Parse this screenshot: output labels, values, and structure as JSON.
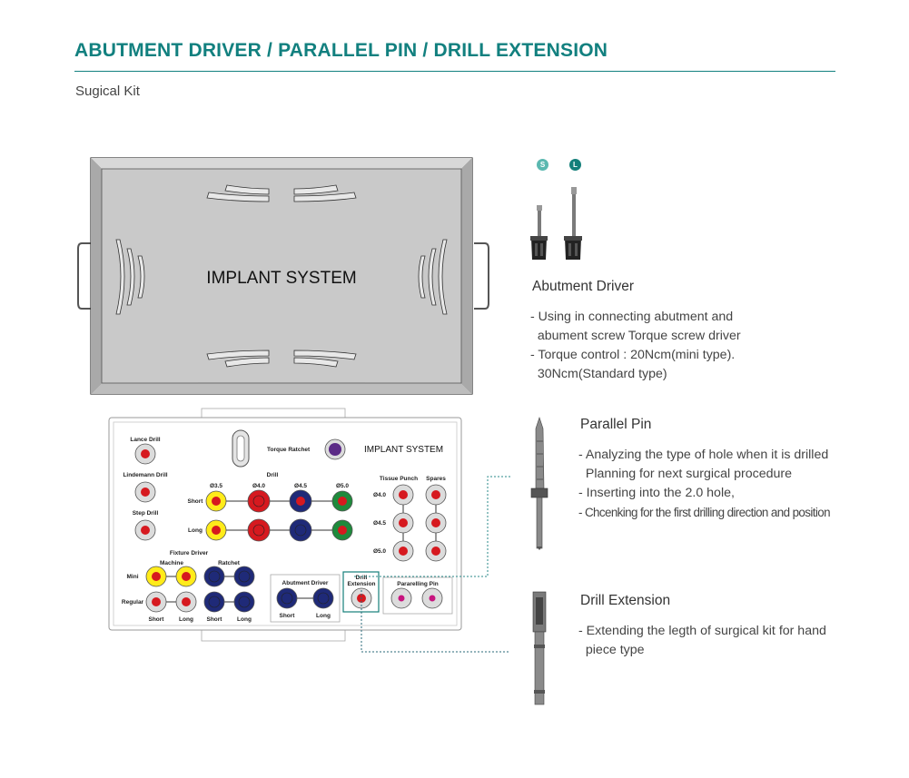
{
  "header": {
    "title": "ABUTMENT DRIVER / PARALLEL PIN / DRILL EXTENSION",
    "subtitle": "Sugical Kit"
  },
  "colors": {
    "accent": "#12807f",
    "badge_s": "#5bb8b0",
    "badge_l": "#147f7a"
  },
  "kit": {
    "lid_label": "IMPLANT SYSTEM",
    "tray_label": "IMPLANT SYSTEM",
    "labels": {
      "lance": "Lance Drill",
      "lindemann": "Lindemann Drill",
      "step": "Step Drill",
      "torque": "Torque Ratchet",
      "drill": "Drill",
      "d35": "Ø3.5",
      "d40": "Ø4.0",
      "d45": "Ø4.5",
      "d50": "Ø5.0",
      "short": "Short",
      "long": "Long",
      "tissue": "Tissue Punch",
      "spares": "Spares",
      "tp40": "Ø4.0",
      "tp45": "Ø4.5",
      "tp50": "Ø5.0",
      "fixture": "Fixture Driver",
      "machine": "Machine",
      "ratchet": "Ratchet",
      "mini": "Mini",
      "regular": "Regular",
      "fd_short1": "Short",
      "fd_long1": "Long",
      "fd_short2": "Short",
      "fd_long2": "Long",
      "abut": "Abutment Driver",
      "ab_short": "Short",
      "ab_long": "Long",
      "drill_ext_1": "Drill",
      "drill_ext_2": "Extension",
      "paral": "Pararelling Pin"
    }
  },
  "abutment": {
    "badge_s": "S",
    "badge_l": "L",
    "heading": "Abutment Driver",
    "bullets": [
      "- Using in connecting abutment and",
      "  abument screw Torque screw driver",
      "- Torque control : 20Ncm(mini type).",
      "  30Ncm(Standard type)"
    ]
  },
  "parallel": {
    "heading": "Parallel Pin",
    "bullets": [
      "- Analyzing the type of hole when it is drilled",
      "  Planning for next surgical procedure",
      "- Inserting into the 2.0 hole,",
      "- Chcenking for the first drilling direction and position"
    ]
  },
  "extension": {
    "heading": "Drill Extension",
    "bullets": [
      "- Extending the legth of surgical kit for hand",
      "  piece type"
    ]
  }
}
